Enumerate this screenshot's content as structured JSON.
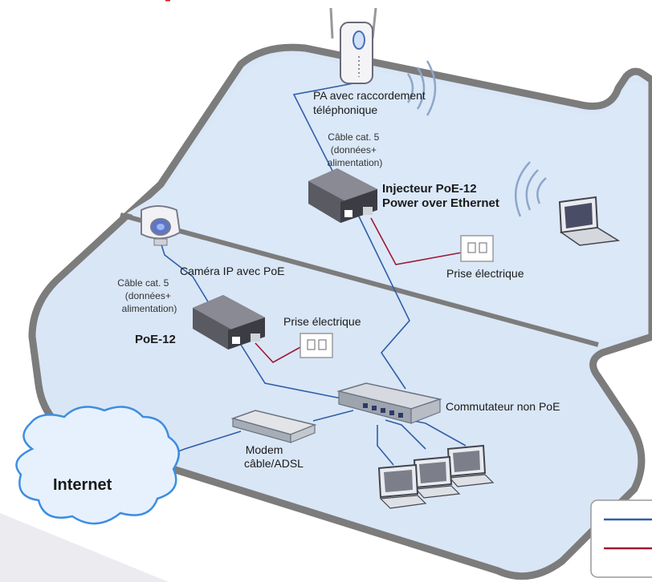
{
  "colors": {
    "floor": "#d9e6f6",
    "floor_outline": "#7c7c7c",
    "data_cable": "#2f5fa8",
    "power_cable": "#a01832",
    "cloud": "#e6f1fd",
    "cloud_outline": "#3d8ee0",
    "top_accent": "#d2191e"
  },
  "labels": {
    "ap": [
      "PA avec raccordement",
      "téléphonique"
    ],
    "cable_top": [
      "Câble cat. 5",
      "(données+",
      "alimentation)"
    ],
    "injector": [
      "Injecteur PoE-12",
      "Power over Ethernet"
    ],
    "outlet_top": "Prise électrique",
    "camera": "Caméra IP avec PoE",
    "cable_left": [
      "Câble cat. 5",
      "(données+",
      "alimentation)"
    ],
    "poe12": "PoE-12",
    "outlet_left": "Prise électrique",
    "switch": "Commutateur non PoE",
    "modem": [
      "Modem",
      "câble/ADSL"
    ],
    "internet": "Internet"
  },
  "icons": [
    "access-point-icon",
    "wifi-waves-icon",
    "poe-injector-icon",
    "ip-camera-icon",
    "power-outlet-icon",
    "laptop-icon",
    "network-switch-icon",
    "modem-icon",
    "desktop-computer-icon",
    "internet-cloud-icon"
  ]
}
